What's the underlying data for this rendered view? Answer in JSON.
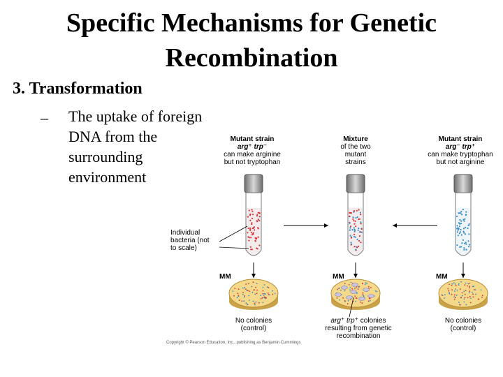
{
  "slide": {
    "title_line1": "Specific Mechanisms for Genetic",
    "title_line2": "Recombination",
    "heading": "3. Transformation",
    "dash": "–",
    "bullet_lines": [
      "The uptake of foreign",
      "DNA from the",
      "surrounding",
      "environment"
    ]
  },
  "figure": {
    "left_strain": {
      "title": "Mutant strain",
      "genotype": "arg⁺ trp⁻",
      "desc1": "can make arginine",
      "desc2": "but not tryptophan"
    },
    "mixture": {
      "title": "Mixture",
      "desc1": "of the two",
      "desc2": "mutant",
      "desc3": "strains"
    },
    "right_strain": {
      "title": "Mutant strain",
      "genotype": "arg⁻ trp⁺",
      "desc1": "can make tryptophan",
      "desc2": "but not arginine"
    },
    "bacteria_note": [
      "Individual",
      "bacteria (not",
      "to scale)"
    ],
    "mm_label": "MM",
    "left_result": [
      "No colonies",
      "(control)"
    ],
    "middle_result": {
      "genotype": "arg⁺ trp⁺",
      "line1": "colonies",
      "line2": "resulting from genetic",
      "line3": "recombination"
    },
    "right_result": [
      "No colonies",
      "(control)"
    ],
    "copyright": "Copyright © Pearson Education, Inc., publishing as Benjamin Cummings"
  },
  "colors": {
    "red_bacteria": "#d9343a",
    "blue_bacteria": "#3a8fc9",
    "plate_fill": "#f4d98a",
    "plate_rim": "#c9a24a",
    "tube_liquid": "#f3ecec",
    "cap": "#8a8a8a"
  }
}
